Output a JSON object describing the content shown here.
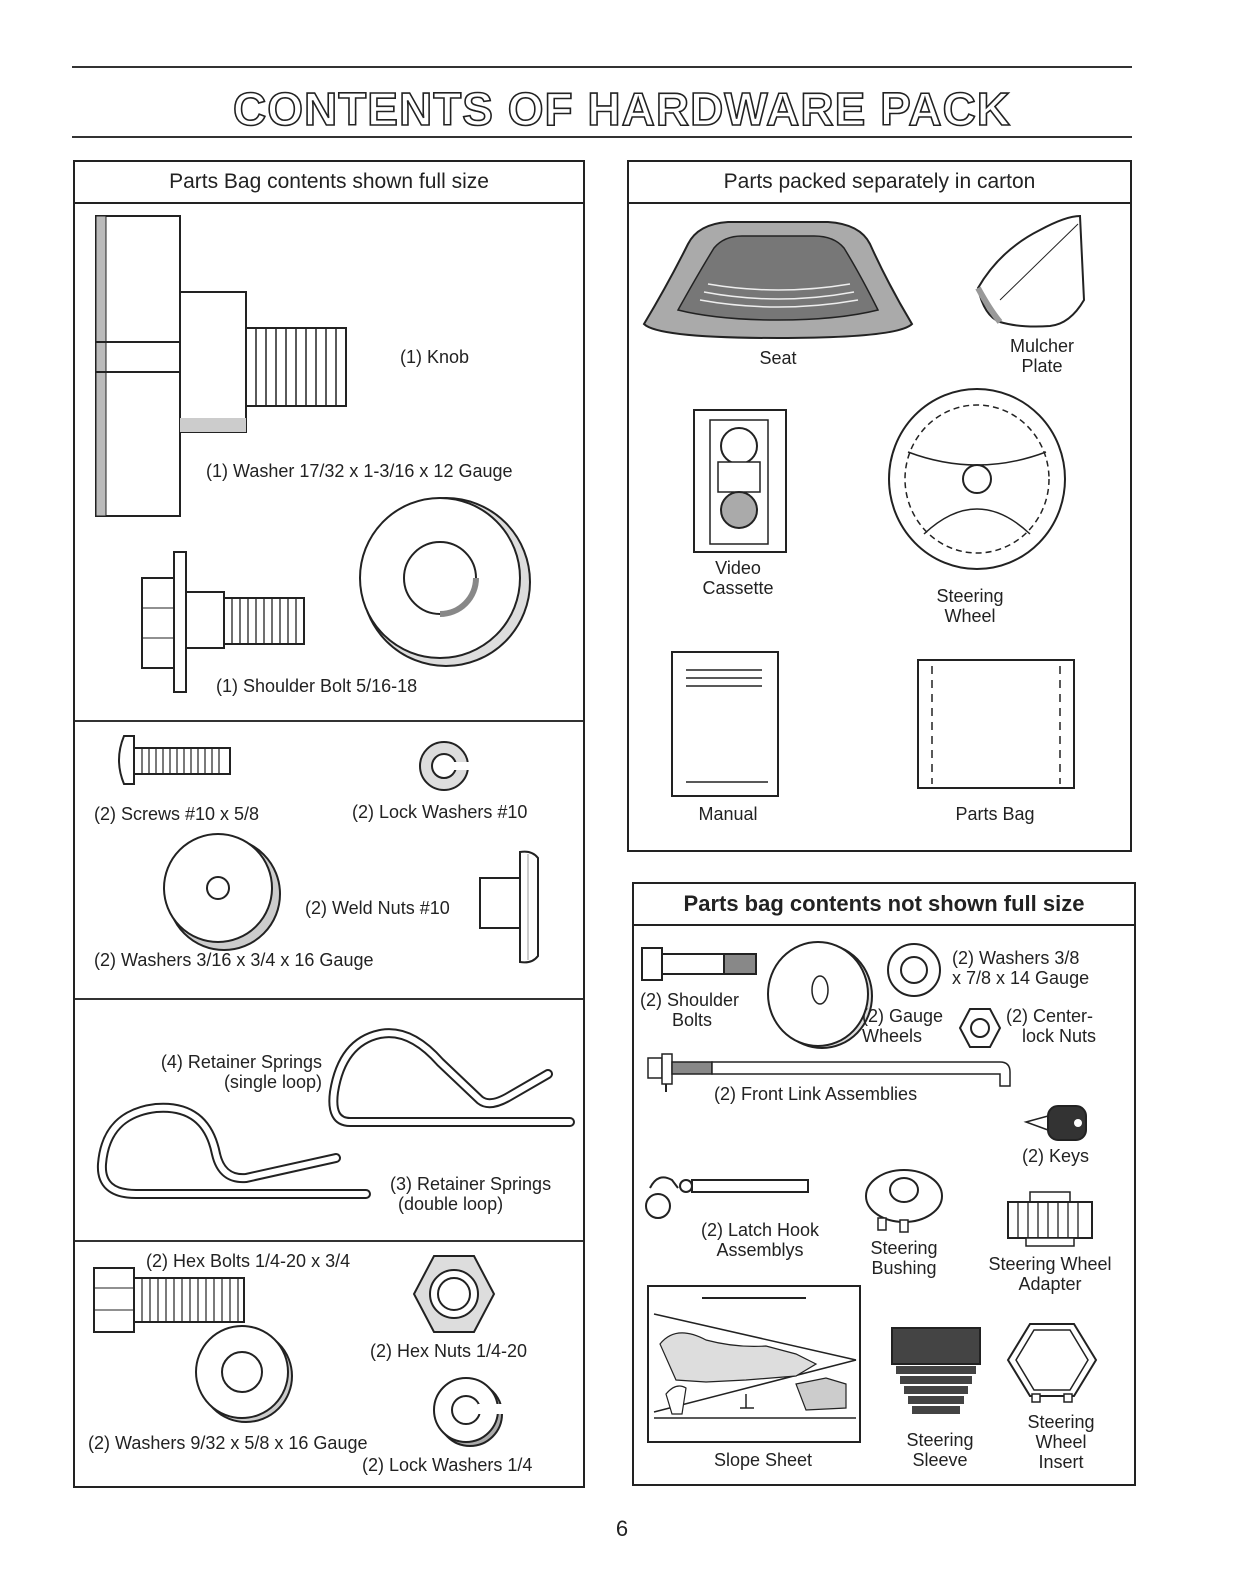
{
  "title": "CONTENTS OF HARDWARE PACK",
  "page_number": "6",
  "left_panel": {
    "header": "Parts Bag contents shown full size",
    "items": {
      "knob": "(1) Knob",
      "washer_large": "(1) Washer  17/32 x 1-3/16 x 12 Gauge",
      "shoulder_bolt": "(1) Shoulder Bolt  5/16-18",
      "screws": "(2) Screws  #10 x 5/8",
      "lock_washers_10": "(2) Lock Washers  #10",
      "weld_nuts": "(2) Weld Nuts  #10",
      "washers_316": "(2) Washers  3/16 x 3/4 x 16 Gauge",
      "retainer_single_1": "(4)  Retainer Springs",
      "retainer_single_2": "(single loop)",
      "retainer_double_1": "(3)  Retainer Springs",
      "retainer_double_2": "(double loop)",
      "hex_bolts": "(2) Hex Bolts  1/4-20 x 3/4",
      "hex_nuts": "(2) Hex Nuts  1/4-20",
      "washers_932": "(2) Washers  9/32  x 5/8 x 16 Gauge",
      "lock_washers_14": "(2) Lock Washers  1/4"
    }
  },
  "right_top_panel": {
    "header": "Parts packed separately in carton",
    "items": {
      "seat": "Seat",
      "mulcher_1": "Mulcher",
      "mulcher_2": "Plate",
      "video_1": "Video",
      "video_2": "Cassette",
      "wheel_1": "Steering",
      "wheel_2": "Wheel",
      "manual": "Manual",
      "parts_bag": "Parts Bag"
    }
  },
  "right_bottom_panel": {
    "header": "Parts bag contents not shown full size",
    "items": {
      "shoulder_bolts_1": "(2) Shoulder",
      "shoulder_bolts_2": "Bolts",
      "gauge_wheels_1": "(2) Gauge",
      "gauge_wheels_2": "Wheels",
      "washers38_1": "(2) Washers  3/8",
      "washers38_2": "x 7/8 x 14 Gauge",
      "centerlock_1": "(2) Center-",
      "centerlock_2": "lock Nuts",
      "front_link": "(2) Front Link Assemblies",
      "keys": "(2) Keys",
      "latch_1": "(2) Latch Hook",
      "latch_2": "Assemblys",
      "bushing_1": "Steering",
      "bushing_2": "Bushing",
      "adapter_1": "Steering Wheel",
      "adapter_2": "Adapter",
      "slope_sheet": "Slope Sheet",
      "sleeve_1": "Steering",
      "sleeve_2": "Sleeve",
      "insert_1": "Steering",
      "insert_2": "Wheel",
      "insert_3": "Insert"
    }
  }
}
